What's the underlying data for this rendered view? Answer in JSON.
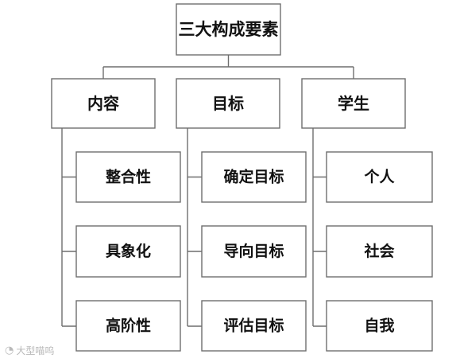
{
  "diagram": {
    "root": {
      "label": "三大构成要素"
    },
    "columns": [
      {
        "label": "内容",
        "children": [
          {
            "label": "整合性"
          },
          {
            "label": "具象化"
          },
          {
            "label": "高阶性"
          }
        ]
      },
      {
        "label": "目标",
        "children": [
          {
            "label": "确定目标"
          },
          {
            "label": "导向目标"
          },
          {
            "label": "评估目标"
          }
        ]
      },
      {
        "label": "学生",
        "children": [
          {
            "label": "个人"
          },
          {
            "label": "社会"
          },
          {
            "label": "自我"
          }
        ]
      }
    ]
  },
  "watermark": {
    "icon": "weibo-icon",
    "text": "大型喵呜"
  },
  "colors": {
    "line": "#6e6e6e",
    "text": "#111111",
    "background": "#ffffff",
    "watermark": "#b9b9b9"
  }
}
